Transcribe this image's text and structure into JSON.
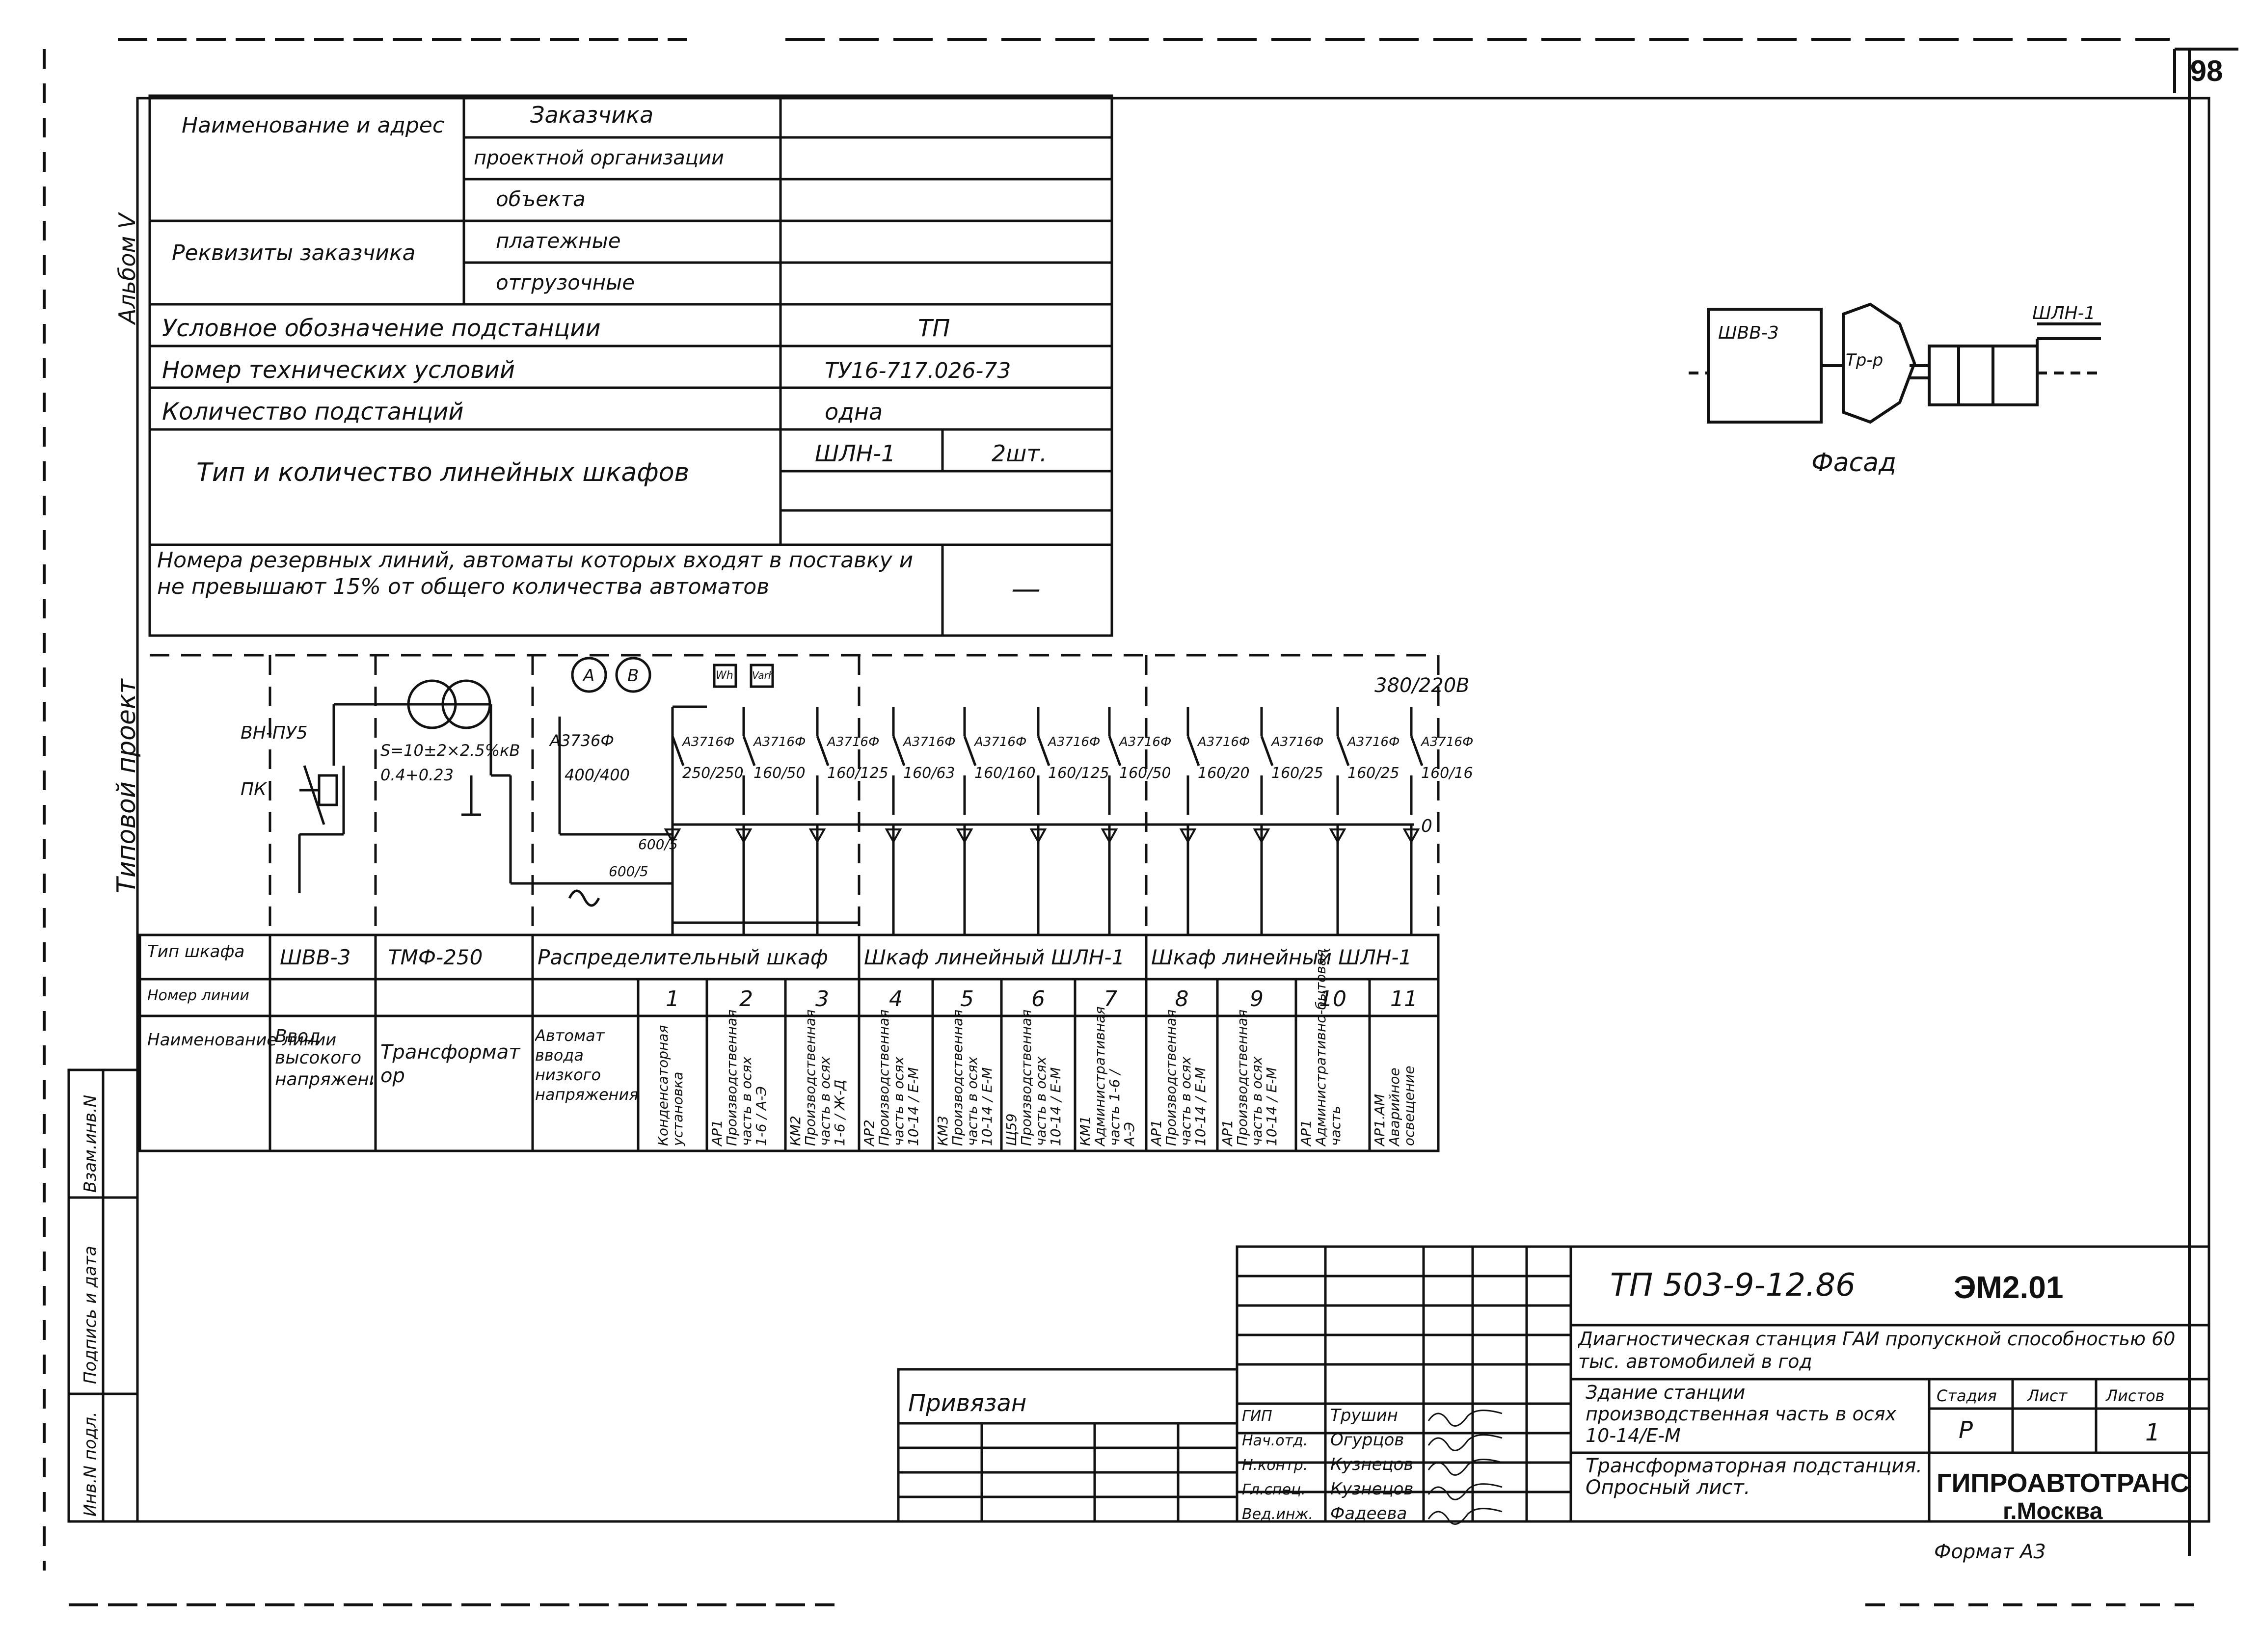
{
  "sheet_number": "98",
  "side_labels": {
    "album": "Альбом V",
    "project": "Типовой проект",
    "swap_inv": "Взам.инв.N",
    "sign_date": "Подпись и дата",
    "inv_orig": "Инв.N подл."
  },
  "form": {
    "name_address_label": "Наименование и адрес",
    "customer": "Заказчика",
    "design_org": "проектной организации",
    "object": "объекта",
    "requisites_label": "Реквизиты заказчика",
    "payment": "платежные",
    "shipping": "отгрузочные",
    "designation_label": "Условное обозначение подстанции",
    "designation_value": "ТП",
    "tech_number_label": "Номер технических условий",
    "tech_number_value": "ТУ16-717.026-73",
    "quantity_label": "Количество подстанций",
    "quantity_value": "одна",
    "cabinet_type_label": "Тип и количество линейных шкафов",
    "cabinet_type": "ШЛН-1",
    "cabinet_count": "2шт.",
    "reserve_label": "Номера резервных линий, автоматы которых входят в поставку и не превышают 15% от общего количества автоматов",
    "reserve_value": "—"
  },
  "facade": {
    "title": "Фасад",
    "hv_box": "ШВВ-3",
    "transformer": "Тр-р",
    "line_cabinet": "ШЛН-1"
  },
  "schematic": {
    "voltage": "380/220В",
    "ammeter": "А",
    "voltmeter": "В",
    "hv_switch": "ВН-ПУ5",
    "fuse_label": "ПК",
    "transformer_rating": "S=10±2×2.5%кВ",
    "transformer_voltage": "0.4+0.23",
    "main_breaker": "А3736Ф",
    "main_breaker_rating": "400/400",
    "ct_ratio": "600/5",
    "ct_ratio_b": "600/5",
    "meter_a": "Wh",
    "meter_b": "Varh",
    "bus_label": "0",
    "feeders": [
      {
        "breaker": "А3716Ф",
        "rating": "250/250"
      },
      {
        "breaker": "А3716Ф",
        "rating": "160/50"
      },
      {
        "breaker": "А3716Ф",
        "rating": "160/125"
      },
      {
        "breaker": "А3716Ф",
        "rating": "160/63"
      },
      {
        "breaker": "А3716Ф",
        "rating": "160/160"
      },
      {
        "breaker": "А3716Ф",
        "rating": "160/125"
      },
      {
        "breaker": "А3716Ф",
        "rating": "160/50"
      },
      {
        "breaker": "А3716Ф",
        "rating": "160/20"
      },
      {
        "breaker": "А3716Ф",
        "rating": "160/25"
      },
      {
        "breaker": "А3716Ф",
        "rating": "160/25"
      },
      {
        "breaker": "А3716Ф",
        "rating": "160/16"
      }
    ]
  },
  "bottom_table": {
    "row_type": "Тип шкафа",
    "row_number": "Номер линии",
    "row_name": "Наименование линии",
    "col_hv": "ШВВ-3",
    "col_tr": "ТМФ-250",
    "col_dist": "Распределительный шкаф",
    "col_ln1": "Шкаф линейный ШЛН-1",
    "col_ln2": "Шкаф линейный ШЛН-1",
    "name_hv": "Ввод высокого напряжения",
    "name_tr": "Трансформатор",
    "name_auto": "Автомат ввода низкого напряжения",
    "lines": [
      {
        "n": "1",
        "name": "Конденсаторная установка"
      },
      {
        "n": "2",
        "name": "АР1 Производственная часть в осях 1-6 / А-Э"
      },
      {
        "n": "3",
        "name": "КМ2 Производственная часть в осях 1-6 / Ж-Д"
      },
      {
        "n": "4",
        "name": "АР2 Производственная часть в осях 10-14 / Е-М"
      },
      {
        "n": "5",
        "name": "КМ3 Производственная часть в осях 10-14 / Е-М"
      },
      {
        "n": "6",
        "name": "Щ59 Производственная часть в осях 10-14 / Е-М"
      },
      {
        "n": "7",
        "name": "КМ1 Административная часть 1-6 / А-Э"
      },
      {
        "n": "8",
        "name": "АР1 Производственная часть в осях 10-14 / Е-М"
      },
      {
        "n": "9",
        "name": "АР1 Производственная часть в осях 10-14 / Е-М"
      },
      {
        "n": "10",
        "name": "АР1 Административно-бытовая часть"
      },
      {
        "n": "11",
        "name": "АР1.АМ Аварийное освещение"
      }
    ]
  },
  "stamp": {
    "code": "ТП 503-9-12.86",
    "sheet_code": "ЭМ2.01",
    "project_title": "Диагностическая станция ГАИ пропускной способностью 60 тыс. автомобилей в год",
    "building": "Здание станции производственная часть в осях 10-14/Е-М",
    "sheet_title": "Трансформаторная подстанция. Опросный лист.",
    "stage_label": "Стадия",
    "sheet_label": "Лист",
    "sheets_label": "Листов",
    "stage": "Р",
    "sheets": "1",
    "company": "ГИПРОАВТОТРАНС",
    "city": "г.Москва",
    "format": "Формат А3",
    "bound": "Привязан",
    "people": [
      {
        "role": "ГИП",
        "name": "Трушин"
      },
      {
        "role": "Нач.отд.",
        "name": "Огурцов"
      },
      {
        "role": "Н.контр.",
        "name": "Кузнецов"
      },
      {
        "role": "Гл.спец.",
        "name": "Кузнецов"
      },
      {
        "role": "Вед.инж.",
        "name": "Фадеева"
      }
    ]
  }
}
